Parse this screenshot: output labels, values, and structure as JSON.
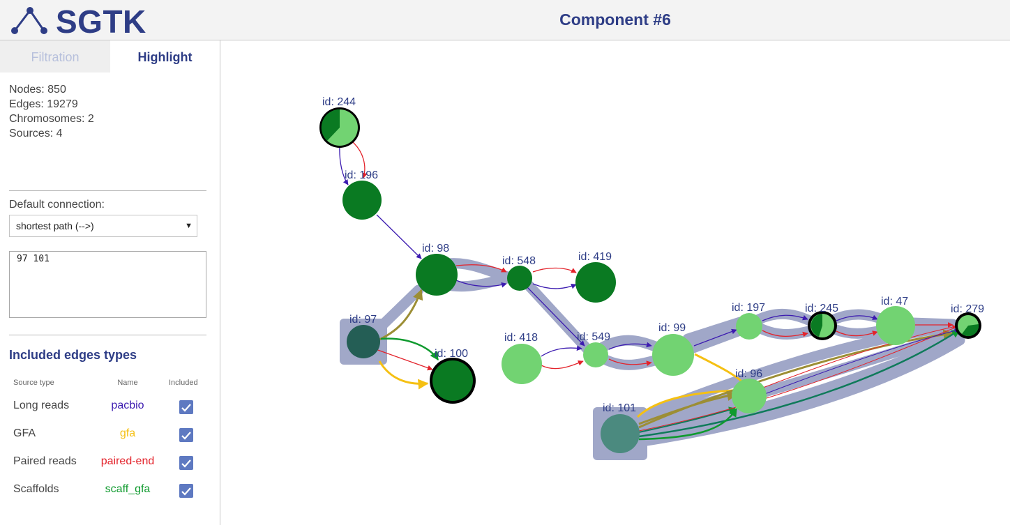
{
  "app": {
    "name": "SGTK",
    "page_title": "Component #6"
  },
  "tabs": [
    {
      "label": "Filtration",
      "active": false
    },
    {
      "label": "Highlight",
      "active": true
    }
  ],
  "stats": {
    "nodes": "Nodes: 850",
    "edges": "Edges: 19279",
    "chromosomes": "Chromosomes: 2",
    "sources": "Sources: 4"
  },
  "connection": {
    "label": "Default connection:",
    "selected": "shortest path (-->)"
  },
  "highlight_input": {
    "value": "97 101"
  },
  "edge_types": {
    "title": "Included edges types",
    "headers": {
      "source": "Source type",
      "name": "Name",
      "included": "Included"
    },
    "rows": [
      {
        "source": "Long reads",
        "name": "pacbio",
        "color": "#3c1bb0",
        "included": true
      },
      {
        "source": "GFA",
        "name": "gfa",
        "color": "#f5c013",
        "included": true
      },
      {
        "source": "Paired reads",
        "name": "paired-end",
        "color": "#e3232b",
        "included": true
      },
      {
        "source": "Scaffolds",
        "name": "scaff_gfa",
        "color": "#0f9a2e",
        "included": true
      }
    ]
  },
  "graph": {
    "colors": {
      "dark_node": "#0a7a22",
      "light_node": "#72d372",
      "highlight": "#2e3d86",
      "pacbio": "#3c1bb0",
      "gfa": "#f5c013",
      "paired_end": "#e3232b",
      "scaff_gfa": "#0f9a2e"
    },
    "node_labels": {
      "n244": "id: 244",
      "n196": "id: 196",
      "n98": "id: 98",
      "n548": "id: 548",
      "n419": "id: 419",
      "n97": "id: 97",
      "n100": "id: 100",
      "n418": "id: 418",
      "n549": "id: 549",
      "n99": "id: 99",
      "n197": "id: 197",
      "n245": "id: 245",
      "n47": "id: 47",
      "n279": "id: 279",
      "n96": "id: 96",
      "n101": "id: 101"
    }
  }
}
